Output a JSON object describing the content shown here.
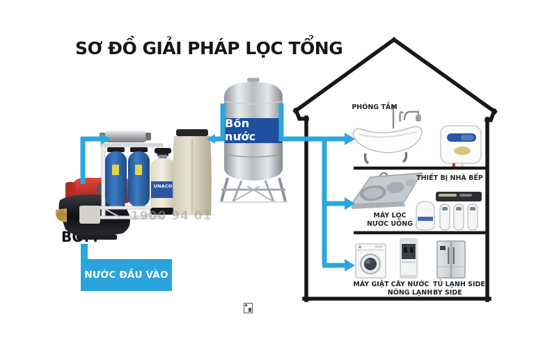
{
  "title": "SƠ ĐỒ GIẢI PHÁP LỌC TỔNG",
  "watermark": "1900 94 01",
  "colors": {
    "pipe": "#2ba7dd",
    "outline": "#171717",
    "input_box": "#2aa4dc",
    "tank_band": "#1d4f9e",
    "label_text": "#242424"
  },
  "equipment": {
    "pump_label": "BƠM",
    "input_water_label": "NƯỚC ĐẦU VÀO",
    "storage_tank_label": "Bồn nước",
    "composite_filter_brand": "UNACO"
  },
  "house": {
    "bathroom": {
      "label": "PHÒNG TẮM"
    },
    "kitchen": {
      "label": "THIẾT BỊ NHÀ BẾP",
      "drinking_filter_label": "MÁY LỌC NƯỚC UỐNG"
    },
    "utility": {
      "washer_label": "MÁY GIẶT",
      "dispenser_label": "CÂY NƯỚC NÓNG LẠNH",
      "fridge_label": "TỦ LẠNH SIDE BY SIDE"
    }
  }
}
